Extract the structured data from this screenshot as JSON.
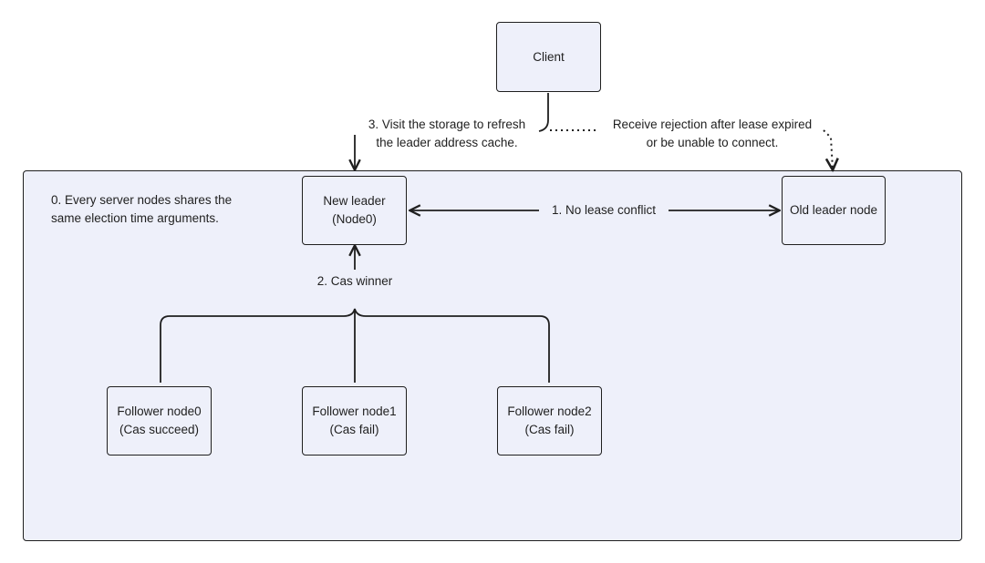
{
  "nodes": {
    "client": "Client",
    "new_leader": [
      "New leader",
      "(Node0)"
    ],
    "old_leader": "Old leader node",
    "follower0": [
      "Follower node0",
      "(Cas succeed)"
    ],
    "follower1": [
      "Follower node1",
      "(Cas fail)"
    ],
    "follower2": [
      "Follower node2",
      "(Cas fail)"
    ]
  },
  "annotations": {
    "step0": [
      "0. Every server nodes shares the",
      "same election time arguments."
    ],
    "step1": "1. No lease conflict",
    "step2": "2. Cas winner",
    "step3": [
      "3. Visit the storage to refresh",
      "the leader address cache."
    ],
    "rejection": [
      "Receive rejection after lease expired",
      "or be unable to connect."
    ]
  },
  "colors": {
    "node_fill": "#eef0fa",
    "stroke": "#1f1f1f"
  }
}
